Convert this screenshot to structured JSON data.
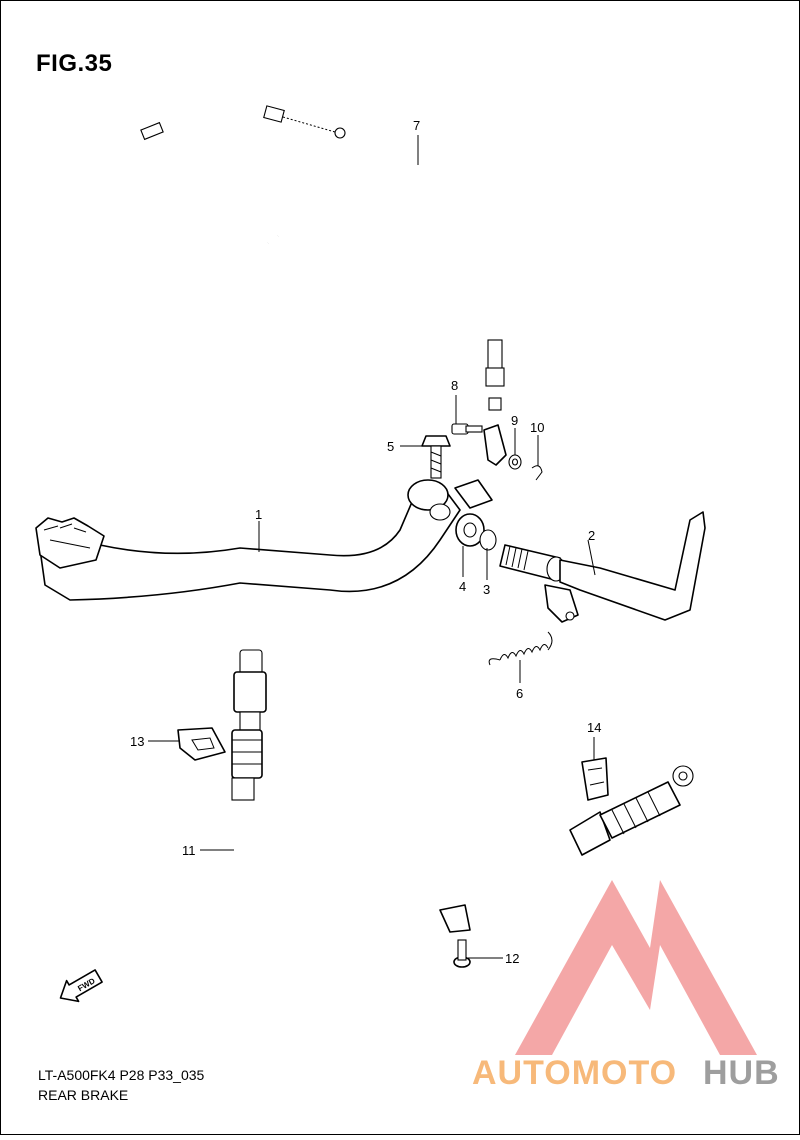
{
  "figure": {
    "title": "FIG.35"
  },
  "callouts": [
    {
      "id": "1",
      "label": "1"
    },
    {
      "id": "2",
      "label": "2"
    },
    {
      "id": "3",
      "label": "3"
    },
    {
      "id": "4",
      "label": "4"
    },
    {
      "id": "5",
      "label": "5"
    },
    {
      "id": "6",
      "label": "6"
    },
    {
      "id": "7",
      "label": "7"
    },
    {
      "id": "8",
      "label": "8"
    },
    {
      "id": "9",
      "label": "9"
    },
    {
      "id": "10",
      "label": "10"
    },
    {
      "id": "11",
      "label": "11"
    },
    {
      "id": "12",
      "label": "12"
    },
    {
      "id": "13",
      "label": "13"
    },
    {
      "id": "14",
      "label": "14"
    }
  ],
  "direction_arrow": {
    "label": "FWD"
  },
  "footer": {
    "model_code": "LT-A500FK4 P28 P33_035",
    "section_name": "REAR BRAKE"
  },
  "watermark": {
    "text_part1": "AUTOMOTO",
    "text_part2": "HUB",
    "color_part1": "#f7b97a",
    "color_part2": "#9e9e9e",
    "logo_color": "#f08a8a"
  }
}
